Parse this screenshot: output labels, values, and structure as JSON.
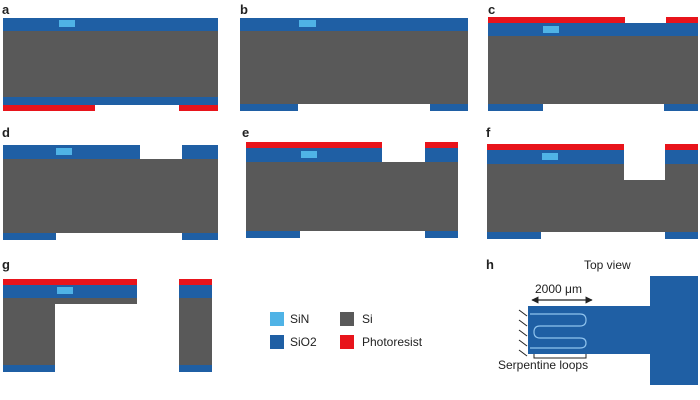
{
  "colors": {
    "si": "#595959",
    "sio2": "#1f5fa4",
    "sin": "#4fb3e6",
    "photoresist": "#e8141b",
    "loop": "#8fc3ee",
    "text": "#222222"
  },
  "panels": {
    "a": "a",
    "b": "b",
    "c": "c",
    "d": "d",
    "e": "e",
    "f": "f",
    "g": "g",
    "h": "h"
  },
  "legend": {
    "sin": "SiN",
    "si": "Si",
    "sio2": "SiO2",
    "photoresist": "Photoresist"
  },
  "top_view": {
    "title": "Top view",
    "scale": "2000 μm",
    "loops_label": "Serpentine loops"
  }
}
